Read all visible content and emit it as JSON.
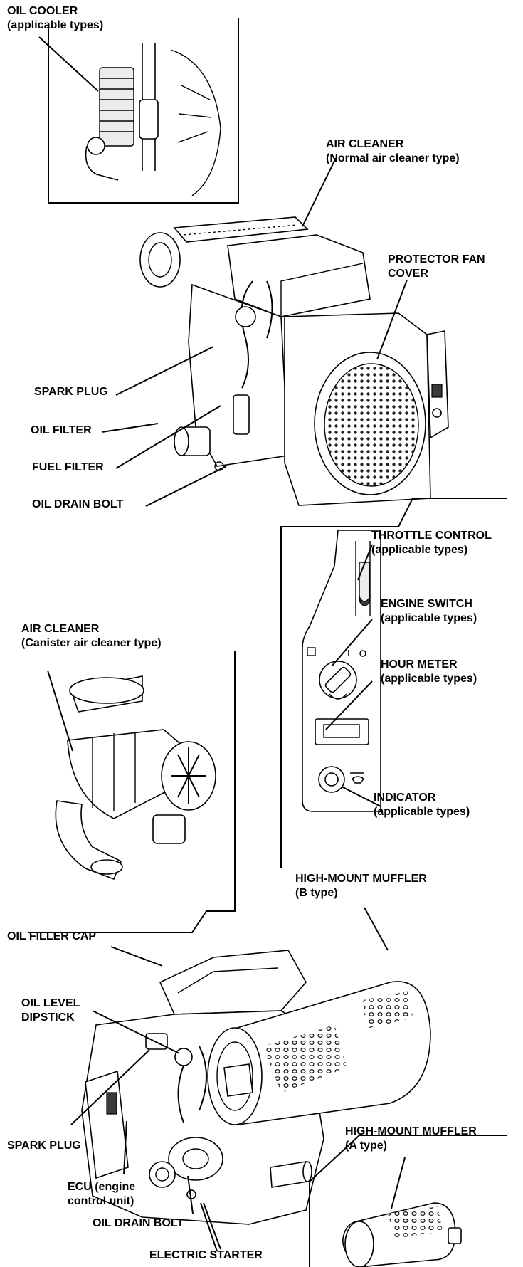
{
  "labels": {
    "oil_cooler": [
      "OIL COOLER",
      "(applicable types)"
    ],
    "air_cleaner_normal": [
      "AIR CLEANER",
      "(Normal air cleaner type)"
    ],
    "protector_fan_cover": [
      "PROTECTOR FAN",
      "COVER"
    ],
    "spark_plug_top": [
      "SPARK PLUG"
    ],
    "oil_filter": [
      "OIL FILTER"
    ],
    "fuel_filter": [
      "FUEL FILTER"
    ],
    "oil_drain_bolt_top": [
      "OIL DRAIN BOLT"
    ],
    "throttle_control": [
      "THROTTLE CONTROL",
      "(applicable types)"
    ],
    "engine_switch": [
      "ENGINE SWITCH",
      "(applicable types)"
    ],
    "hour_meter": [
      "HOUR METER",
      "(applicable types)"
    ],
    "indicator": [
      "INDICATOR",
      "(applicable types)"
    ],
    "air_cleaner_canister": [
      "AIR CLEANER",
      "(Canister air cleaner type)"
    ],
    "high_mount_muffler_b": [
      "HIGH-MOUNT MUFFLER",
      "(B type)"
    ],
    "oil_filler_cap": [
      "OIL FILLER CAP"
    ],
    "oil_level_dipstick": [
      "OIL LEVEL",
      "DIPSTICK"
    ],
    "high_mount_muffler_a": [
      "HIGH-MOUNT MUFFLER",
      "(A type)"
    ],
    "spark_plug_bottom": [
      "SPARK PLUG"
    ],
    "ecu": [
      "ECU (engine",
      "control unit)"
    ],
    "oil_drain_bolt_bottom": [
      "OIL DRAIN BOLT"
    ],
    "electric_starter": [
      "ELECTRIC STARTER"
    ]
  },
  "switch_marks": {
    "on": "I",
    "off": "O"
  }
}
